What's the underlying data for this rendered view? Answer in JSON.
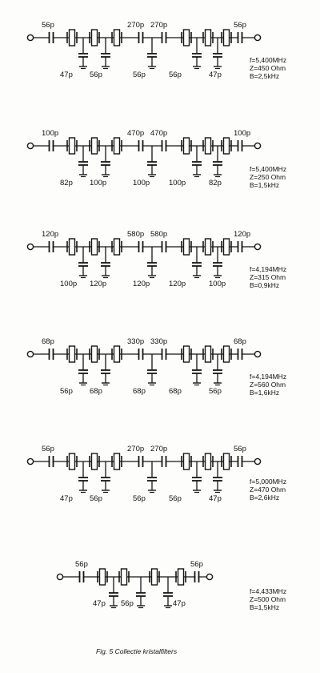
{
  "caption": "Fig. 5 Collectie kristalfilters",
  "filters": [
    {
      "series_caps": [
        "56p",
        "270p",
        "270p",
        "56p"
      ],
      "shunt_caps": [
        "47p",
        "56p",
        "56p",
        "56p",
        "47p"
      ],
      "specs": [
        "f=5,400MHz",
        "Z=450 Ohm",
        "B=2,5kHz"
      ]
    },
    {
      "series_caps": [
        "100p",
        "470p",
        "470p",
        "100p"
      ],
      "shunt_caps": [
        "82p",
        "100p",
        "100p",
        "100p",
        "82p"
      ],
      "specs": [
        "f=5,400MHz",
        "Z=250 Ohm",
        "B=1,5kHz"
      ]
    },
    {
      "series_caps": [
        "120p",
        "580p",
        "580p",
        "120p"
      ],
      "shunt_caps": [
        "100p",
        "120p",
        "120p",
        "120p",
        "100p"
      ],
      "specs": [
        "f=4,194MHz",
        "Z=315 Ohm",
        "B=0,9kHz"
      ]
    },
    {
      "series_caps": [
        "68p",
        "330p",
        "330p",
        "68p"
      ],
      "shunt_caps": [
        "56p",
        "68p",
        "68p",
        "68p",
        "56p"
      ],
      "specs": [
        "f=4,194MHz",
        "Z=560 Ohm",
        "B=1,6kHz"
      ]
    },
    {
      "series_caps": [
        "56p",
        "270p",
        "270p",
        "56p"
      ],
      "shunt_caps": [
        "47p",
        "56p",
        "56p",
        "56p",
        "47p"
      ],
      "specs": [
        "f=5,000MHz",
        "Z=470 Ohm",
        "B=2,6kHz"
      ]
    },
    {
      "series_caps": [
        "56p",
        "56p"
      ],
      "shunt_caps": [
        "47p",
        "56p",
        "47p"
      ],
      "specs": [
        "f=4,433MHz",
        "Z=500 Ohm",
        "B=1,5kHz"
      ]
    }
  ]
}
